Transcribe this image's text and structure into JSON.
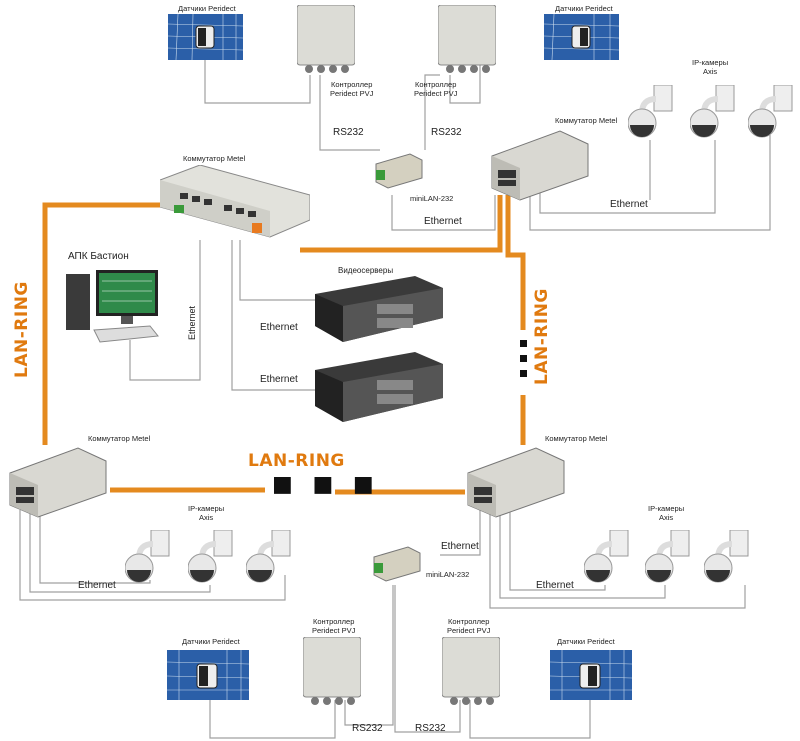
{
  "labels": {
    "sensors": "Датчики Peridect",
    "controller": "Контроллер\nPeridect PVJ",
    "switch": "Коммутатор Metel",
    "ipcams": "IP-камеры\nAxis",
    "rs232": "RS232",
    "ethernet": "Ethernet",
    "minilan": "miniLAN-232",
    "apk": "АПК Бастион",
    "videoservers": "Видеосерверы",
    "lanring": "LAN-RING"
  },
  "colors": {
    "ring": "#e07a0f",
    "wire": "#9a9a9a",
    "device_body": "#d8d8d0",
    "sensor_sky": "#2b5fa8"
  }
}
